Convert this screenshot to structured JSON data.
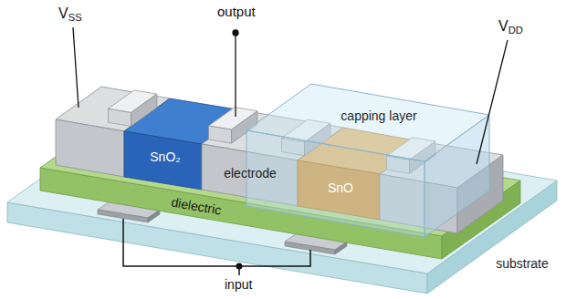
{
  "diagram": {
    "nodes": [
      {
        "text": [
          "SnO₂"
        ]
      },
      {
        "text": [
          "electrode"
        ]
      },
      {
        "text": [
          "capping layer"
        ]
      },
      {
        "text": [
          "SnO"
        ],
        "in": 2
      },
      {
        "text": [
          "dielectric"
        ]
      },
      {
        "text": [
          "substrate"
        ]
      }
    ],
    "labels": [
      "VSS",
      "output",
      "VDD",
      "input"
    ]
  }
}
